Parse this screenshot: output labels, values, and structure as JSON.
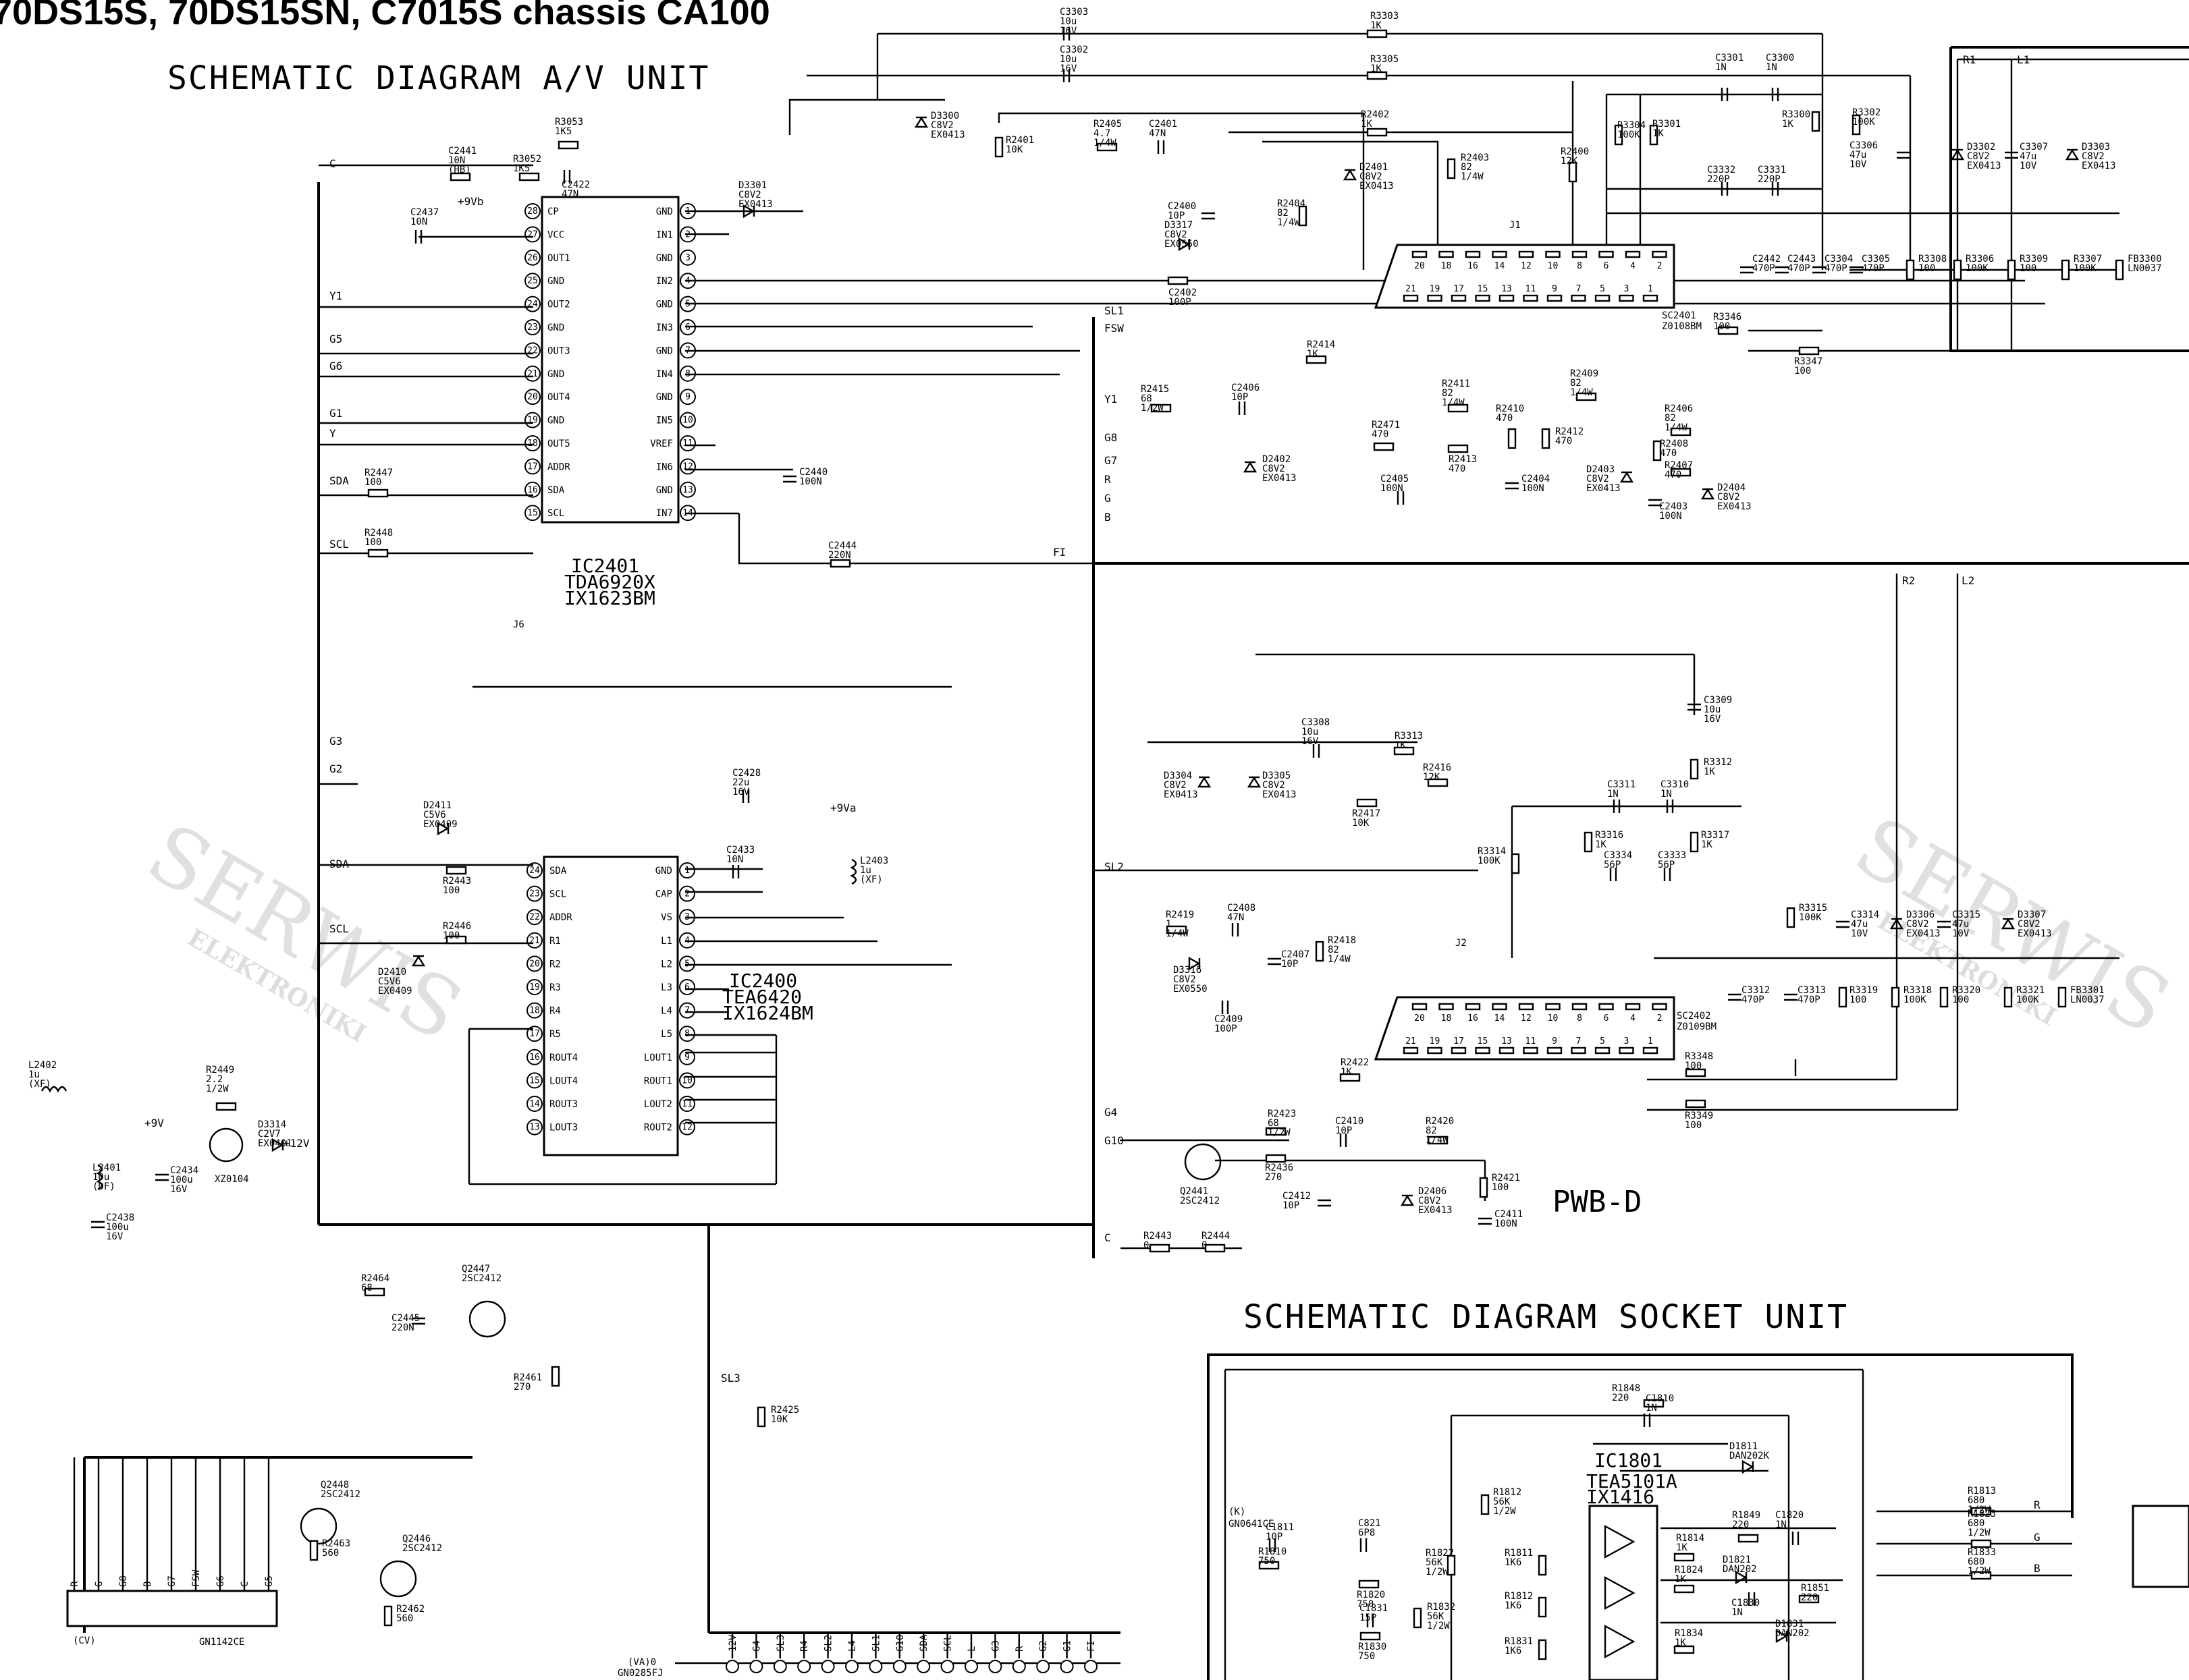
{
  "title": "70DS15S, 70DS15SN, C7015S chassis CA100",
  "av_unit_title": "SCHEMATIC DIAGRAM A/V UNIT",
  "socket_unit_title": "SCHEMATIC DIAGRAM SOCKET UNIT",
  "pwb_label": "PWB-D",
  "watermark": "SERWIS",
  "watermark_sub": "ELEKTRONIKI",
  "ic2401": {
    "name": "IC2401",
    "part": "TDA6920X",
    "code": "IX1623BM",
    "left_pins": [
      {
        "num": "28",
        "label": "CP"
      },
      {
        "num": "27",
        "label": "VCC"
      },
      {
        "num": "26",
        "label": "OUT1"
      },
      {
        "num": "25",
        "label": "GND"
      },
      {
        "num": "24",
        "label": "OUT2"
      },
      {
        "num": "23",
        "label": "GND"
      },
      {
        "num": "22",
        "label": "OUT3"
      },
      {
        "num": "21",
        "label": "GND"
      },
      {
        "num": "20",
        "label": "OUT4"
      },
      {
        "num": "19",
        "label": "GND"
      },
      {
        "num": "18",
        "label": "OUT5"
      },
      {
        "num": "17",
        "label": "ADDR"
      },
      {
        "num": "16",
        "label": "SDA"
      },
      {
        "num": "15",
        "label": "SCL"
      }
    ],
    "right_pins": [
      {
        "num": "1",
        "label": "GND"
      },
      {
        "num": "2",
        "label": "IN1"
      },
      {
        "num": "3",
        "label": "GND"
      },
      {
        "num": "4",
        "label": "IN2"
      },
      {
        "num": "5",
        "label": "GND"
      },
      {
        "num": "6",
        "label": "IN3"
      },
      {
        "num": "7",
        "label": "GND"
      },
      {
        "num": "8",
        "label": "IN4"
      },
      {
        "num": "9",
        "label": "GND"
      },
      {
        "num": "10",
        "label": "IN5"
      },
      {
        "num": "11",
        "label": "VREF"
      },
      {
        "num": "12",
        "label": "IN6"
      },
      {
        "num": "13",
        "label": "GND"
      },
      {
        "num": "14",
        "label": "IN7"
      }
    ]
  },
  "ic2400": {
    "name": "IC2400",
    "part": "TEA6420",
    "code": "IX1624BM",
    "left_pins": [
      {
        "num": "24",
        "label": "SDA"
      },
      {
        "num": "23",
        "label": "SCL"
      },
      {
        "num": "22",
        "label": "ADDR"
      },
      {
        "num": "21",
        "label": "R1"
      },
      {
        "num": "20",
        "label": "R2"
      },
      {
        "num": "19",
        "label": "R3"
      },
      {
        "num": "18",
        "label": "R4"
      },
      {
        "num": "17",
        "label": "R5"
      },
      {
        "num": "16",
        "label": "ROUT4"
      },
      {
        "num": "15",
        "label": "LOUT4"
      },
      {
        "num": "14",
        "label": "ROUT3"
      },
      {
        "num": "13",
        "label": "LOUT3"
      }
    ],
    "right_pins": [
      {
        "num": "1",
        "label": "GND"
      },
      {
        "num": "2",
        "label": "CAP"
      },
      {
        "num": "3",
        "label": "VS"
      },
      {
        "num": "4",
        "label": "L1"
      },
      {
        "num": "5",
        "label": "L2"
      },
      {
        "num": "6",
        "label": "L3"
      },
      {
        "num": "7",
        "label": "L4"
      },
      {
        "num": "8",
        "label": "L5"
      },
      {
        "num": "9",
        "label": "LOUT1"
      },
      {
        "num": "10",
        "label": "ROUT1"
      },
      {
        "num": "11",
        "label": "LOUT2"
      },
      {
        "num": "12",
        "label": "ROUT2"
      }
    ]
  },
  "ic1801": {
    "name": "IC1801",
    "part": "TEA5101A",
    "code": "IX1416"
  },
  "left_nets": [
    {
      "label": "C"
    },
    {
      "label": "Y1"
    },
    {
      "label": "G5"
    },
    {
      "label": "G6"
    },
    {
      "label": "G1"
    },
    {
      "label": "Y"
    },
    {
      "label": "SDA"
    },
    {
      "label": "SCL"
    },
    {
      "label": "G3"
    },
    {
      "label": "G2"
    },
    {
      "label": "SDA"
    },
    {
      "label": "SCL"
    }
  ],
  "mid_nets": [
    {
      "label": "SL1"
    },
    {
      "label": "FSW"
    },
    {
      "label": "Y1"
    },
    {
      "label": "G8"
    },
    {
      "label": "G7"
    },
    {
      "label": "R"
    },
    {
      "label": "G"
    },
    {
      "label": "B"
    },
    {
      "label": "FI"
    },
    {
      "label": "SL2"
    },
    {
      "label": "G4"
    },
    {
      "label": "G10"
    },
    {
      "label": "C"
    }
  ],
  "connectors": {
    "sc2401": {
      "name": "SC2401",
      "code": "Z0108BM",
      "top": [
        "20",
        "18",
        "16",
        "14",
        "12",
        "10",
        "8",
        "6",
        "4",
        "2"
      ],
      "bottom": [
        "21",
        "19",
        "17",
        "15",
        "13",
        "11",
        "9",
        "7",
        "5",
        "3",
        "1"
      ]
    },
    "sc2402": {
      "name": "SC2402",
      "code": "Z0109BM",
      "top": [
        "20",
        "18",
        "16",
        "14",
        "12",
        "10",
        "8",
        "6",
        "4",
        "2"
      ],
      "bottom": [
        "21",
        "19",
        "17",
        "15",
        "13",
        "11",
        "9",
        "7",
        "5",
        "3",
        "1"
      ]
    },
    "j1": "J1",
    "j2": "J2",
    "j6": "J6",
    "gn1142ce": "GN1142CE",
    "cv": "(CV)",
    "gn1142_pins": [
      "R",
      "G",
      "G8",
      "B",
      "G7",
      "FSW",
      "G6",
      "C",
      "G5"
    ]
  },
  "components": {
    "c3303": {
      "ref": "C3303",
      "value": "10u",
      "extra": "16V"
    },
    "c3302": {
      "ref": "C3302",
      "value": "10u",
      "extra": "16V"
    },
    "r3303": {
      "ref": "R3303",
      "value": "1K"
    },
    "r3305": {
      "ref": "R3305",
      "value": "1K"
    },
    "d3300": {
      "ref": "D3300",
      "value": "C8V2",
      "extra": "EX0413"
    },
    "r3053": {
      "ref": "R3053",
      "value": "1K5"
    },
    "r3052": {
      "ref": "R3052",
      "value": "1K5"
    },
    "c2441": {
      "ref": "C2441",
      "value": "10N",
      "extra": "(HB)"
    },
    "c2422": {
      "ref": "C2422",
      "value": "47N"
    },
    "d3301": {
      "ref": "D3301",
      "value": "C8V2",
      "extra": "EX0413"
    },
    "c2437": {
      "ref": "C2437",
      "value": "10N"
    },
    "vcc9b": "+9Vb",
    "r2401": {
      "ref": "R2401",
      "value": "10K"
    },
    "r2405": {
      "ref": "R2405",
      "value": "4.7",
      "extra": "1/4W"
    },
    "c2401": {
      "ref": "C2401",
      "value": "47N"
    },
    "r2402": {
      "ref": "R2402",
      "value": "1K"
    },
    "d2401": {
      "ref": "D2401",
      "value": "C8V2",
      "extra": "EX0413"
    },
    "r2403": {
      "ref": "R2403",
      "value": "82",
      "extra": "1/4W"
    },
    "r2404": {
      "ref": "R2404",
      "value": "82",
      "extra": "1/4W"
    },
    "c2400": {
      "ref": "C2400",
      "value": "10P"
    },
    "d3317": {
      "ref": "D3317",
      "value": "C8V2",
      "extra": "EX0550"
    },
    "c2402": {
      "ref": "C2402",
      "value": "100P"
    },
    "r2400": {
      "ref": "R2400",
      "value": "12K"
    },
    "r3304": {
      "ref": "R3304",
      "value": "100K"
    },
    "r3301": {
      "ref": "R3301",
      "value": "1K"
    },
    "c3301": {
      "ref": "C3301",
      "value": "1N"
    },
    "c3300": {
      "ref": "C3300",
      "value": "1N"
    },
    "r3300": {
      "ref": "R3300",
      "value": "1K"
    },
    "r3302": {
      "ref": "R3302",
      "value": "100K"
    },
    "c3332": {
      "ref": "C3332",
      "value": "220P"
    },
    "c3331": {
      "ref": "C3331",
      "value": "220P"
    },
    "c3306": {
      "ref": "C3306",
      "value": "47u",
      "extra": "10V"
    },
    "d3302": {
      "ref": "D3302",
      "value": "C8V2",
      "extra": "EX0413"
    },
    "c3307": {
      "ref": "C3307",
      "value": "47u",
      "extra": "10V"
    },
    "d3303": {
      "ref": "D3303",
      "value": "C8V2",
      "extra": "EX0413"
    },
    "r1_net": "R1",
    "l1_net": "L1",
    "r2_net": "R2",
    "l2_net": "L2",
    "c2442": {
      "ref": "C2442",
      "value": "470P"
    },
    "c2443": {
      "ref": "C2443",
      "value": "470P"
    },
    "c3304": {
      "ref": "C3304",
      "value": "470P"
    },
    "c3305": {
      "ref": "C3305",
      "value": "470P"
    },
    "r3308": {
      "ref": "R3308",
      "value": "100"
    },
    "r3306": {
      "ref": "R3306",
      "value": "100K"
    },
    "r3309": {
      "ref": "R3309",
      "value": "100"
    },
    "r3307": {
      "ref": "R3307",
      "value": "100K"
    },
    "fb3300": {
      "ref": "FB3300",
      "value": "LN0037"
    },
    "r3346": {
      "ref": "R3346",
      "value": "100"
    },
    "r3347": {
      "ref": "R3347",
      "value": "100"
    },
    "r2414": {
      "ref": "R2414",
      "value": "1K"
    },
    "r2415": {
      "ref": "R2415",
      "value": "68",
      "extra": "1/2W"
    },
    "c2406": {
      "ref": "C2406",
      "value": "10P"
    },
    "r2411": {
      "ref": "R2411",
      "value": "82",
      "extra": "1/4W"
    },
    "r2409": {
      "ref": "R2409",
      "value": "82",
      "extra": "1/4W"
    },
    "r2406": {
      "ref": "R2406",
      "value": "82",
      "extra": "1/4W"
    },
    "r2471": {
      "ref": "R2471",
      "value": "470"
    },
    "r2410": {
      "ref": "R2410",
      "value": "470"
    },
    "r2412": {
      "ref": "R2412",
      "value": "470"
    },
    "r2408": {
      "ref": "R2408",
      "value": "470"
    },
    "r2413": {
      "ref": "R2413",
      "value": "470"
    },
    "d2402": {
      "ref": "D2402",
      "value": "C8V2",
      "extra": "EX0413"
    },
    "c2405": {
      "ref": "C2405",
      "value": "100N"
    },
    "c2404": {
      "ref": "C2404",
      "value": "100N"
    },
    "d2403": {
      "ref": "D2403",
      "value": "C8V2",
      "extra": "EX0413"
    },
    "r2407": {
      "ref": "R2407",
      "value": "470"
    },
    "d2404": {
      "ref": "D2404",
      "value": "C8V2",
      "extra": "EX0413"
    },
    "c2403": {
      "ref": "C2403",
      "value": "100N"
    },
    "r2447": {
      "ref": "R2447",
      "value": "100"
    },
    "r2448": {
      "ref": "R2448",
      "value": "100"
    },
    "c2440": {
      "ref": "C2440",
      "value": "100N"
    },
    "c2444": {
      "ref": "C2444",
      "value": "220N"
    },
    "c3308": {
      "ref": "C3308",
      "value": "10u",
      "extra": "16V"
    },
    "r3313": {
      "ref": "R3313",
      "value": "1K"
    },
    "c3309": {
      "ref": "C3309",
      "value": "10u",
      "extra": "16V"
    },
    "r3312": {
      "ref": "R3312",
      "value": "1K"
    },
    "d3304": {
      "ref": "D3304",
      "value": "C8V2",
      "extra": "EX0413"
    },
    "d3305": {
      "ref": "D3305",
      "value": "C8V2",
      "extra": "EX0413"
    },
    "r2416": {
      "ref": "R2416",
      "value": "12K"
    },
    "r2417": {
      "ref": "R2417",
      "value": "10K"
    },
    "c3311": {
      "ref": "C3311",
      "value": "1N"
    },
    "c3310": {
      "ref": "C3310",
      "value": "1N"
    },
    "r3316": {
      "ref": "R3316",
      "value": "1K"
    },
    "r3317": {
      "ref": "R3317",
      "value": "1K"
    },
    "r3314": {
      "ref": "R3314",
      "value": "100K"
    },
    "c3334": {
      "ref": "C3334",
      "value": "56P"
    },
    "c3333": {
      "ref": "C3333",
      "value": "56P"
    },
    "r3315": {
      "ref": "R3315",
      "value": "100K"
    },
    "c3314": {
      "ref": "C3314",
      "value": "47u",
      "extra": "10V"
    },
    "d3306": {
      "ref": "D3306",
      "value": "C8V2",
      "extra": "EX0413"
    },
    "c3315": {
      "ref": "C3315",
      "value": "47u",
      "extra": "10V"
    },
    "d3307": {
      "ref": "D3307",
      "value": "C8V2",
      "extra": "EX0413"
    },
    "c2428": {
      "ref": "C2428",
      "value": "22u",
      "extra": "16V"
    },
    "c2433": {
      "ref": "C2433",
      "value": "10N"
    },
    "l2403": {
      "ref": "L2403",
      "value": "1u",
      "extra": "(XF)"
    },
    "vcc9a": "+9Va",
    "d2411": {
      "ref": "D2411",
      "value": "C5V6",
      "extra": "EX0409"
    },
    "r2443": {
      "ref": "R2443",
      "value": "100"
    },
    "r2446": {
      "ref": "R2446",
      "value": "100"
    },
    "d2410": {
      "ref": "D2410",
      "value": "C5V6",
      "extra": "EX0409"
    },
    "r2419": {
      "ref": "R2419",
      "value": "1",
      "extra": "1/4W"
    },
    "c2408": {
      "ref": "C2408",
      "value": "47N"
    },
    "r2418": {
      "ref": "R2418",
      "value": "82",
      "extra": "1/4W"
    },
    "d3316": {
      "ref": "D3316",
      "value": "C8V2",
      "extra": "EX0550"
    },
    "c2407": {
      "ref": "C2407",
      "value": "10P"
    },
    "c2409": {
      "ref": "C2409",
      "value": "100P"
    },
    "c3312": {
      "ref": "C3312",
      "value": "470P"
    },
    "c3313": {
      "ref": "C3313",
      "value": "470P"
    },
    "r3319": {
      "ref": "R3319",
      "value": "100"
    },
    "r3318": {
      "ref": "R3318",
      "value": "100K"
    },
    "r3320": {
      "ref": "R3320",
      "value": "100"
    },
    "r3321": {
      "ref": "R3321",
      "value": "100K"
    },
    "fb3301": {
      "ref": "FB3301",
      "value": "LN0037"
    },
    "r3348": {
      "ref": "R3348",
      "value": "100"
    },
    "r3349": {
      "ref": "R3349",
      "value": "100"
    },
    "r2422": {
      "ref": "R2422",
      "value": "1K"
    },
    "r2423": {
      "ref": "R2423",
      "value": "68",
      "extra": "1/2W"
    },
    "c2410": {
      "ref": "C2410",
      "value": "10P"
    },
    "r2420": {
      "ref": "R2420",
      "value": "82",
      "extra": "1/4W"
    },
    "r2436": {
      "ref": "R2436",
      "value": "270"
    },
    "q2441": {
      "ref": "Q2441",
      "value": "2SC2412"
    },
    "r2421": {
      "ref": "R2421",
      "value": "100"
    },
    "c2412": {
      "ref": "C2412",
      "value": "10P"
    },
    "d2406": {
      "ref": "D2406",
      "value": "C8V2",
      "extra": "EX0413"
    },
    "c2411": {
      "ref": "C2411",
      "value": "100N"
    },
    "r2443b": {
      "ref": "R2443",
      "value": "0"
    },
    "r2444": {
      "ref": "R2444",
      "value": "0"
    },
    "l2402": {
      "ref": "L2402",
      "value": "1u",
      "extra": "(XF)"
    },
    "r2449": {
      "ref": "R2449",
      "value": "2.2",
      "extra": "1/2W"
    },
    "d3314": {
      "ref": "D3314",
      "value": "C2V7",
      "extra": "EX0401"
    },
    "xz0104": "XZ0104",
    "v12": "+12V",
    "v9": "+9V",
    "l2401": {
      "ref": "L2401",
      "value": "10u",
      "extra": "(DF)"
    },
    "c2434": {
      "ref": "C2434",
      "value": "100u",
      "extra": "16V"
    },
    "c2438": {
      "ref": "C2438",
      "value": "100u",
      "extra": "16V"
    },
    "q2447": {
      "ref": "Q2447",
      "value": "2SC2412"
    },
    "r2464": {
      "ref": "R2464",
      "value": "68"
    },
    "c2445": {
      "ref": "C2445",
      "value": "220N"
    },
    "r2461": {
      "ref": "R2461",
      "value": "270"
    },
    "sl3": "SL3",
    "r2425": {
      "ref": "R2425",
      "value": "10K"
    },
    "q2448": {
      "ref": "Q2448",
      "value": "2SC2412"
    },
    "r2463": {
      "ref": "R2463",
      "value": "560"
    },
    "q2446": {
      "ref": "Q2446",
      "value": "2SC2412"
    },
    "r2462": {
      "ref": "R2462",
      "value": "560"
    },
    "r1848": {
      "ref": "R1848",
      "value": "220"
    },
    "c1810": {
      "ref": "C1810",
      "value": "1N"
    },
    "d1811": {
      "ref": "D1811",
      "value": "DAN202K"
    },
    "r1812": {
      "ref": "R1812",
      "value": "56K",
      "extra": "1/2W"
    },
    "c1811": {
      "ref": "C1811",
      "value": "10P"
    },
    "r1810": {
      "ref": "R1810",
      "value": "750"
    },
    "c821": {
      "ref": "C821",
      "value": "6P8"
    },
    "r1822": {
      "ref": "R1822",
      "value": "56K",
      "extra": "1/2W"
    },
    "r1811": {
      "ref": "R1811",
      "value": "1K6"
    },
    "r1820": {
      "ref": "R1820",
      "value": "750"
    },
    "c1831": {
      "ref": "C1831",
      "value": "15P"
    },
    "r1832": {
      "ref": "R1832",
      "value": "56K",
      "extra": "1/2W"
    },
    "r1812b": {
      "ref": "R1812",
      "value": "1K6"
    },
    "r1830": {
      "ref": "R1830",
      "value": "750"
    },
    "r1831": {
      "ref": "R1831",
      "value": "1K6"
    },
    "r1814": {
      "ref": "R1814",
      "value": "1K"
    },
    "r1849": {
      "ref": "R1849",
      "value": "220"
    },
    "c1820": {
      "ref": "C1820",
      "value": "1N"
    },
    "d1821": {
      "ref": "D1821",
      "value": "DAN202"
    },
    "r1824": {
      "ref": "R1824",
      "value": "1K"
    },
    "c1830": {
      "ref": "C1830",
      "value": "1N"
    },
    "r1851": {
      "ref": "R1851",
      "value": "220"
    },
    "d1831": {
      "ref": "D1831",
      "value": "DAN202"
    },
    "r1834": {
      "ref": "R1834",
      "value": "1K"
    },
    "r1813": {
      "ref": "R1813",
      "value": "680",
      "extra": "1/2W"
    },
    "r1823": {
      "ref": "R1823",
      "value": "680",
      "extra": "1/2W"
    },
    "r1833": {
      "ref": "R1833",
      "value": "680",
      "extra": "1/2W"
    },
    "gn0641ce": "GN0641CE",
    "k_label": "(K)",
    "gn0285fj": "GN0285FJ",
    "va0": "(VA)0"
  },
  "bottom_connector_labels": [
    "12V",
    "G4",
    "SL3",
    "R4",
    "SL2",
    "L4",
    "SL1",
    "G10",
    "SDA",
    "SCL",
    "L",
    "G3",
    "R",
    "G2",
    "G1",
    "FI"
  ],
  "rgb_out": [
    "R",
    "G",
    "B"
  ]
}
